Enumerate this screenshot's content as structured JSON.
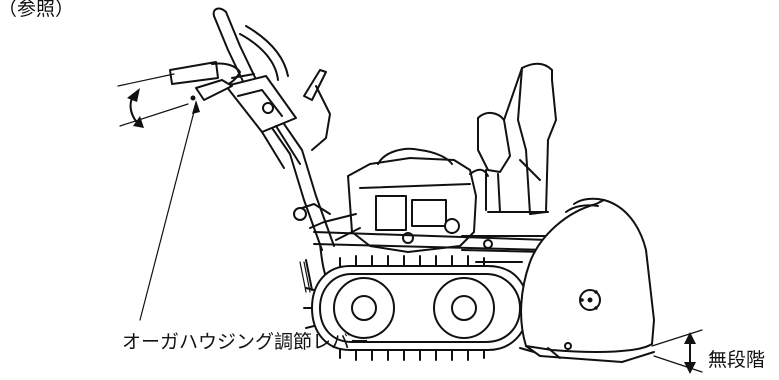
{
  "header_fragment": "（参照）",
  "callouts": {
    "lever_label": "オーガハウジング調節レバー",
    "range_label": "無段階"
  },
  "icons": [
    "double-arrow-icon",
    "double-arrow-icon"
  ]
}
